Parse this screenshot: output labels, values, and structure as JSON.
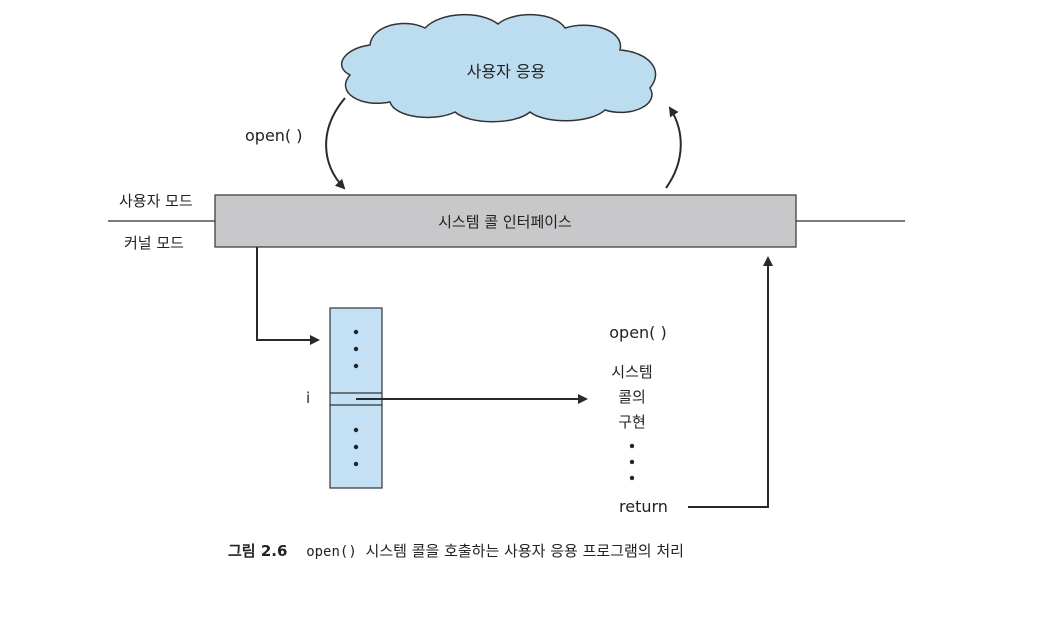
{
  "cloud_label": "사용자 응용",
  "open_call_label": "open( )",
  "user_mode_label": "사용자 모드",
  "kernel_mode_label": "커널 모드",
  "interface_label": "시스템 콜 인터페이스",
  "table_index_label": "i",
  "impl": {
    "title": "open( )",
    "line1": "시스템",
    "line2": "콜의",
    "line3": "구현",
    "return_label": "return"
  },
  "caption": {
    "number": "그림 2.6",
    "code": "open()",
    "text": "시스템 콜을 호출하는 사용자 응용 프로그램의 처리"
  },
  "colors": {
    "cloud_fill": "#bcdcf0",
    "table_fill": "#c3e0f4",
    "bar_fill": "#c8c8ca",
    "line": "#2a2a2a"
  }
}
